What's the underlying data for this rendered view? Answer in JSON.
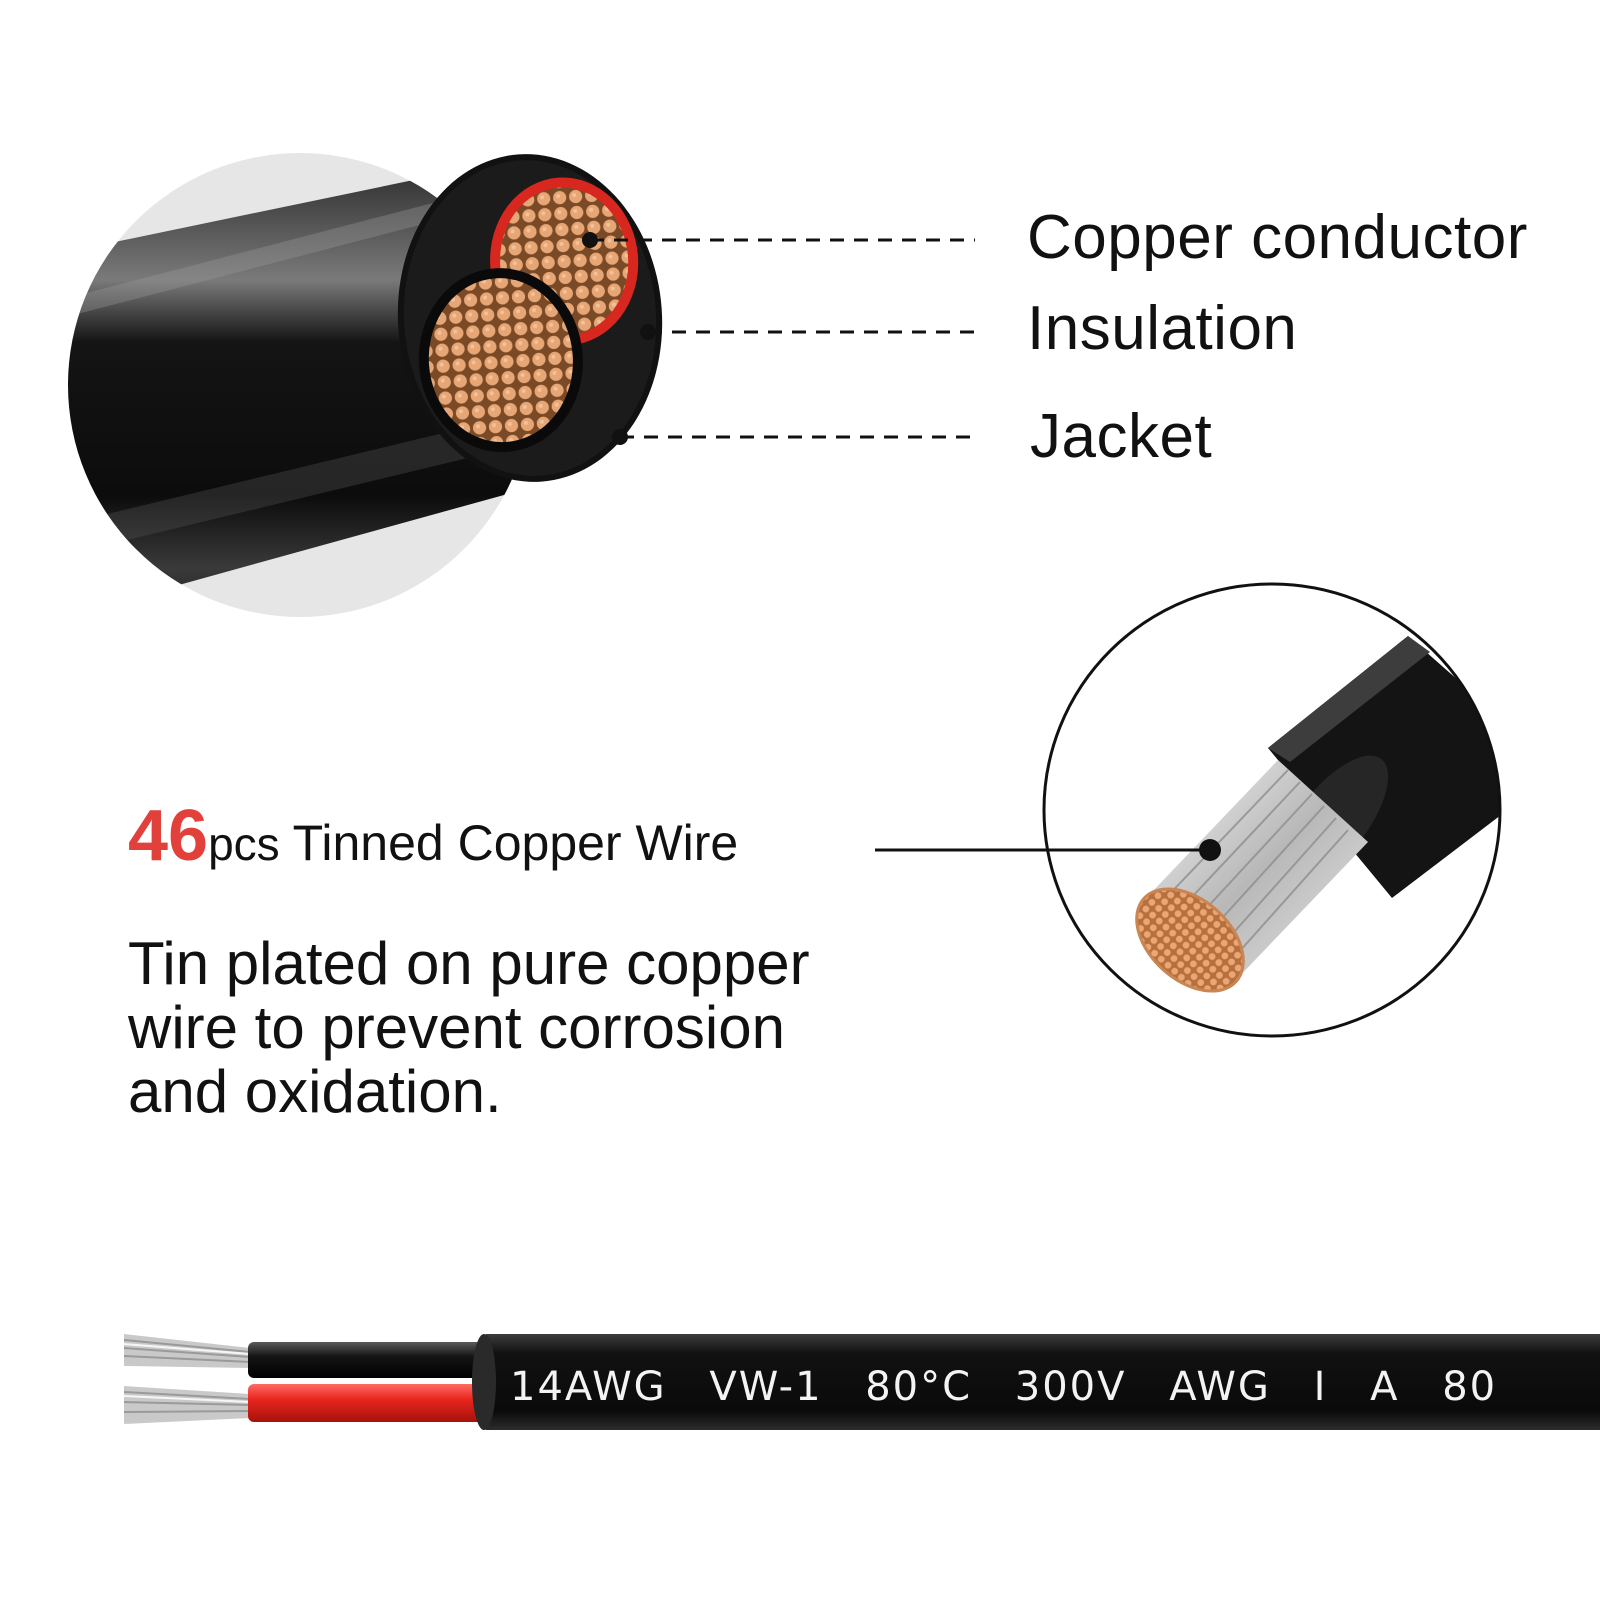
{
  "labels": {
    "copper_conductor": "Copper conductor",
    "insulation": "Insulation",
    "jacket": "Jacket"
  },
  "wire": {
    "count": "46",
    "unit": "pcs",
    "name": " Tinned Copper Wire",
    "description": "Tin plated on pure copper wire to prevent corrosion and oxidation."
  },
  "cable_print": "14AWG VW-1 80°C 300V AWG I A 80",
  "colors": {
    "accent_red": "#e2403a",
    "insulation_red": "#d8271f",
    "jacket_black": "#141414",
    "copper": "#d89a66"
  }
}
